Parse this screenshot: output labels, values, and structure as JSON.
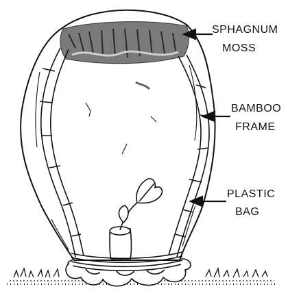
{
  "labels": {
    "sphagnum_moss": {
      "line1": "SPHAGNUM",
      "line2": "MOSS"
    },
    "bamboo_frame": {
      "line1": "BAMBOO",
      "line2": "FRAME"
    },
    "plastic_bag": {
      "line1": "PLASTIC",
      "line2": "BAG"
    }
  },
  "colors": {
    "ink": "#111111",
    "paper": "#ffffff",
    "moss": "#555555"
  }
}
